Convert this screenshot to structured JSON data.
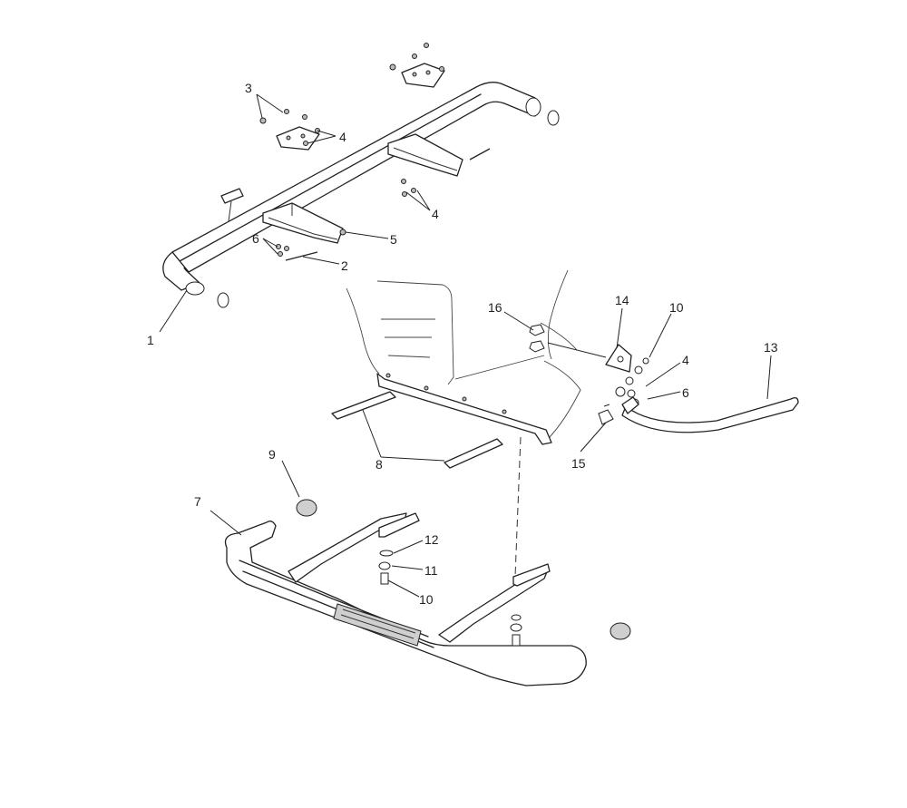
{
  "diagram": {
    "callouts": {
      "c1": "1",
      "c2": "2",
      "c3": "3",
      "c4a": "4",
      "c4b": "4",
      "c4c": "4",
      "c5": "5",
      "c6a": "6",
      "c6b": "6",
      "c7": "7",
      "c8": "8",
      "c9": "9",
      "c10a": "10",
      "c10b": "10",
      "c11": "11",
      "c12": "12",
      "c13": "13",
      "c14": "14",
      "c15": "15",
      "c16": "16"
    }
  }
}
